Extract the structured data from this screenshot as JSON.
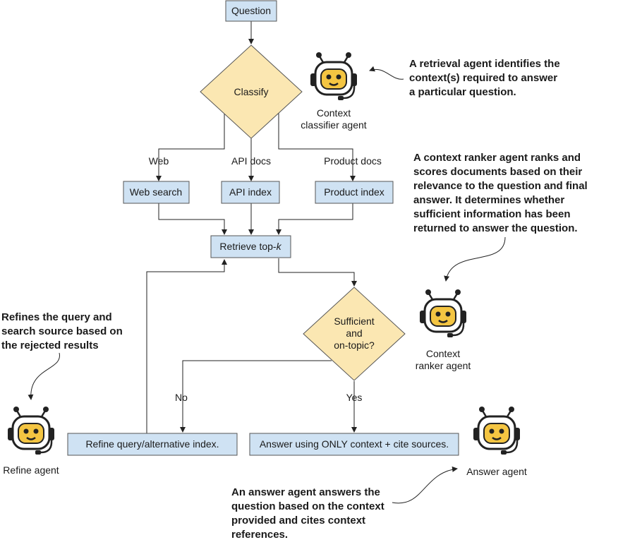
{
  "nodes": {
    "question": "Question",
    "classify": "Classify",
    "web_search": "Web search",
    "api_index": "API index",
    "product_index": "Product index",
    "retrieve": "Retrieve top-",
    "retrieve_k": "k",
    "sufficient": [
      "Sufficient",
      "and",
      "on-topic?"
    ],
    "refine": "Refine query/alternative index.",
    "answer": "Answer using ONLY context + cite sources."
  },
  "edges": {
    "web": "Web",
    "api_docs": "API docs",
    "product_docs": "Product docs",
    "no": "No",
    "yes": "Yes"
  },
  "agents": {
    "classifier": [
      "Context",
      "classifier agent"
    ],
    "ranker": [
      "Context",
      "ranker agent"
    ],
    "refine": "Refine agent",
    "answer": "Answer agent"
  },
  "notes": {
    "retrieval": [
      "A retrieval agent identifies the",
      "context(s) required to answer",
      "a particular question."
    ],
    "ranker": [
      "A context ranker agent ranks and",
      "scores documents based on their",
      "relevance to the question and final",
      "answer. It determines whether",
      "sufficient information has been",
      "returned to answer the question."
    ],
    "refine": [
      "Refines the query and",
      "search source based on",
      "the rejected results"
    ],
    "answer": [
      "An answer agent answers the",
      "question based on the context",
      "provided and cites context",
      "references."
    ]
  },
  "icons": {
    "agent_icon": "robot-headset-icon"
  },
  "colors": {
    "process_box": "#cfe2f3",
    "decision": "#fbe7b2",
    "robot_face": "#f4c542"
  }
}
